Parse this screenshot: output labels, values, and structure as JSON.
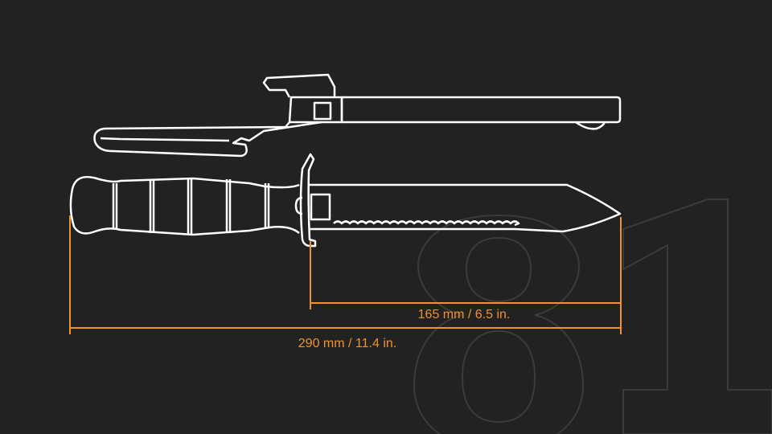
{
  "watermark": "81",
  "dimensions": {
    "blade_length": "165 mm / 6.5 in.",
    "total_length": "290 mm / 11.4 in."
  },
  "colors": {
    "background": "#222222",
    "outline": "#ffffff",
    "dimension": "#f0922e",
    "watermark": "#3b3b3b"
  }
}
